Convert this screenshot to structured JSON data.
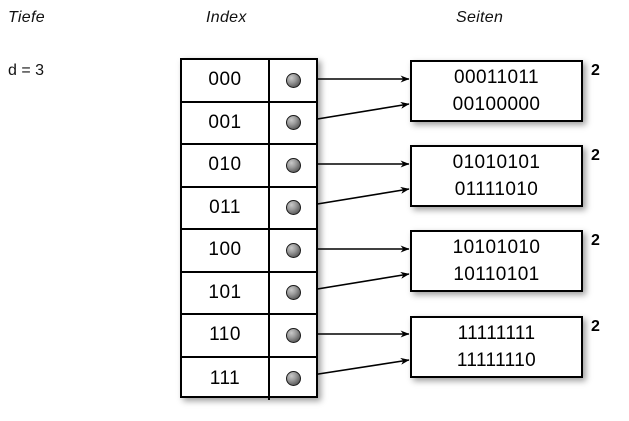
{
  "headings": {
    "depth": "Tiefe",
    "index": "Index",
    "pages": "Seiten"
  },
  "depth": {
    "label": "d = 3"
  },
  "index_table": {
    "rows": [
      {
        "key": "000",
        "pointer_icon": "pointer-dot-icon",
        "target_page": 0
      },
      {
        "key": "001",
        "pointer_icon": "pointer-dot-icon",
        "target_page": 0
      },
      {
        "key": "010",
        "pointer_icon": "pointer-dot-icon",
        "target_page": 1
      },
      {
        "key": "011",
        "pointer_icon": "pointer-dot-icon",
        "target_page": 1
      },
      {
        "key": "100",
        "pointer_icon": "pointer-dot-icon",
        "target_page": 2
      },
      {
        "key": "101",
        "pointer_icon": "pointer-dot-icon",
        "target_page": 2
      },
      {
        "key": "110",
        "pointer_icon": "pointer-dot-icon",
        "target_page": 3
      },
      {
        "key": "111",
        "pointer_icon": "pointer-dot-icon",
        "target_page": 3
      }
    ]
  },
  "pages": [
    {
      "line1": "00011011",
      "line2": "00100000",
      "count": "2"
    },
    {
      "line1": "01010101",
      "line2": "01111010",
      "count": "2"
    },
    {
      "line1": "10101010",
      "line2": "10110101",
      "count": "2"
    },
    {
      "line1": "11111111",
      "line2": "11111110",
      "count": "2"
    }
  ],
  "colors": {
    "background": "#ffffff",
    "stroke": "#000000",
    "text": "#000000",
    "pointer_dot": "#7a7a7a"
  }
}
